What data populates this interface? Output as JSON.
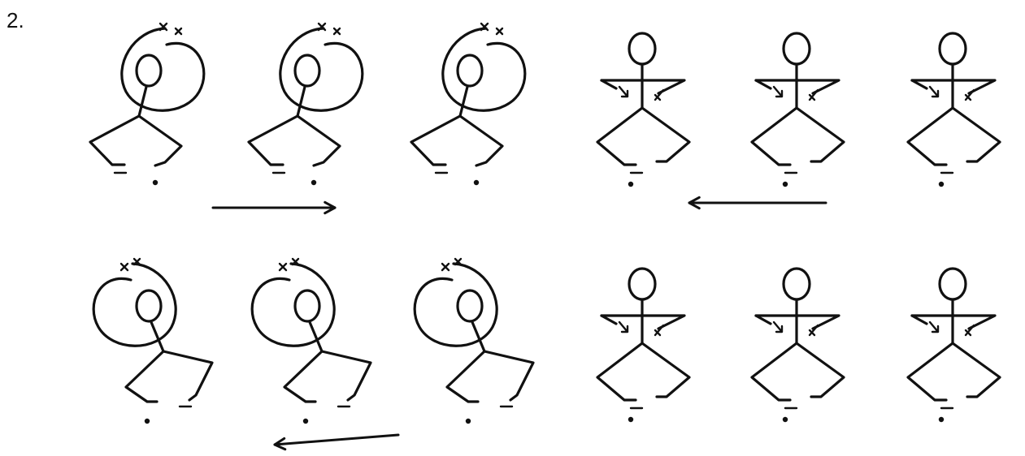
{
  "problem_number": "2.",
  "colors": {
    "ink": "#111111",
    "paper": "#ffffff"
  },
  "rows": [
    {
      "direction": "right",
      "figures": [
        {
          "pose": "spin-arms-overhead-circle",
          "lean": "right"
        },
        {
          "pose": "spin-arms-overhead-circle",
          "lean": "right"
        },
        {
          "pose": "spin-arms-overhead-circle",
          "lean": "right"
        },
        {
          "pose": "arms-crossed-chest-squat"
        },
        {
          "pose": "arms-crossed-chest-squat"
        },
        {
          "pose": "arms-crossed-chest-squat"
        }
      ]
    },
    {
      "direction": "left",
      "figures": [
        {
          "pose": "spin-arms-overhead-circle",
          "lean": "left"
        },
        {
          "pose": "spin-arms-overhead-circle",
          "lean": "left"
        },
        {
          "pose": "spin-arms-overhead-circle",
          "lean": "left"
        },
        {
          "pose": "arms-crossed-chest-squat"
        },
        {
          "pose": "arms-crossed-chest-squat"
        },
        {
          "pose": "arms-crossed-chest-squat"
        }
      ]
    }
  ]
}
